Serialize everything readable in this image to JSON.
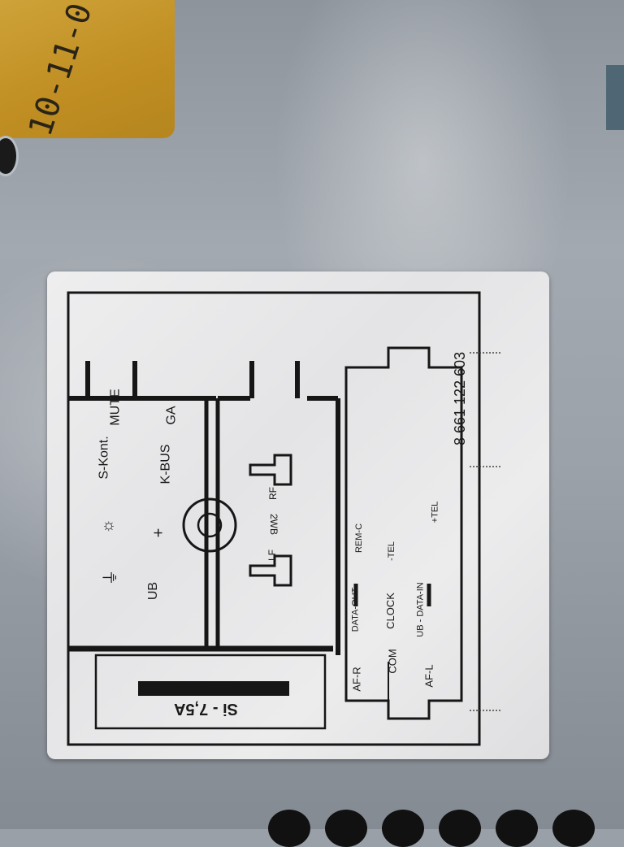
{
  "sticker": {
    "handwritten": "10-11-0"
  },
  "label": {
    "part_number": "8 661 122 603",
    "fuse": "Si - 7,5A",
    "power_row": {
      "ground": "⏚",
      "light": "☼",
      "s_kont": "S-Kont.",
      "mute": "MUTE",
      "ub": "UB",
      "plus": "+",
      "k_bus": "K-BUS",
      "ga": "GA"
    },
    "speakers": {
      "left": "LF",
      "right": "RF",
      "right_caption": "RF",
      "mirror_caption": "2WB"
    },
    "connector": {
      "row1": [
        "AF-R",
        "DATA-OUT",
        "REM-C"
      ],
      "row2": [
        "COM",
        "CLOCK",
        "-TEL"
      ],
      "row3": [
        "AF-L",
        "UB - DATA-IN",
        "+TEL"
      ]
    }
  }
}
